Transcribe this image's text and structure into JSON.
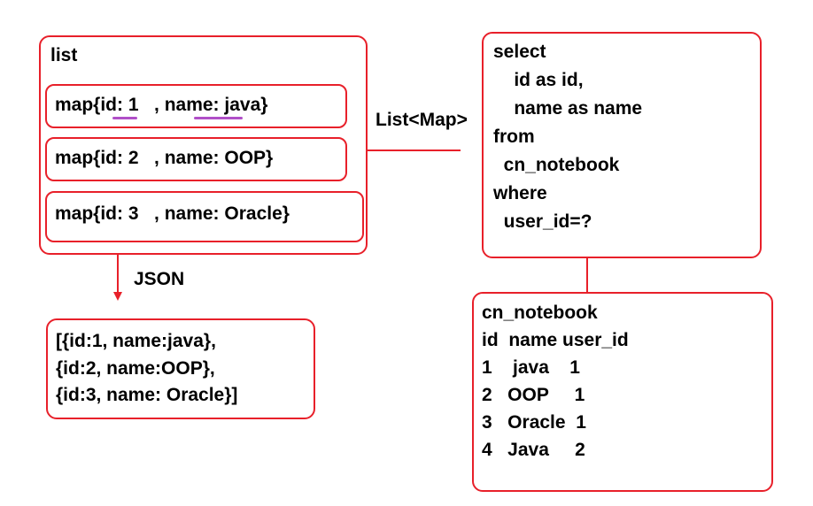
{
  "list_box": {
    "title": "list",
    "maps": [
      "map{id: 1   , name: java}",
      "map{id: 2   , name: OOP}",
      "map{id: 3   , name: Oracle}"
    ]
  },
  "arrow_labels": {
    "list_map": "List<Map>",
    "json": "JSON"
  },
  "json_box": {
    "lines": [
      "[{id:1, name:java},",
      "{id:2, name:OOP},",
      "{id:3, name: Oracle}]"
    ]
  },
  "sql_box": {
    "lines": [
      "select",
      "    id as id,",
      "    name as name",
      "from",
      "  cn_notebook",
      "where",
      "  user_id=?"
    ]
  },
  "table_box": {
    "title": "cn_notebook",
    "header": "id  name user_id",
    "rows": [
      "1    java    1",
      "2   OOP     1",
      "3   Oracle  1",
      "4   Java     2"
    ]
  },
  "colors": {
    "border": "#e8202a",
    "arrow": "#e8202a",
    "underline": "#b04fc8"
  }
}
